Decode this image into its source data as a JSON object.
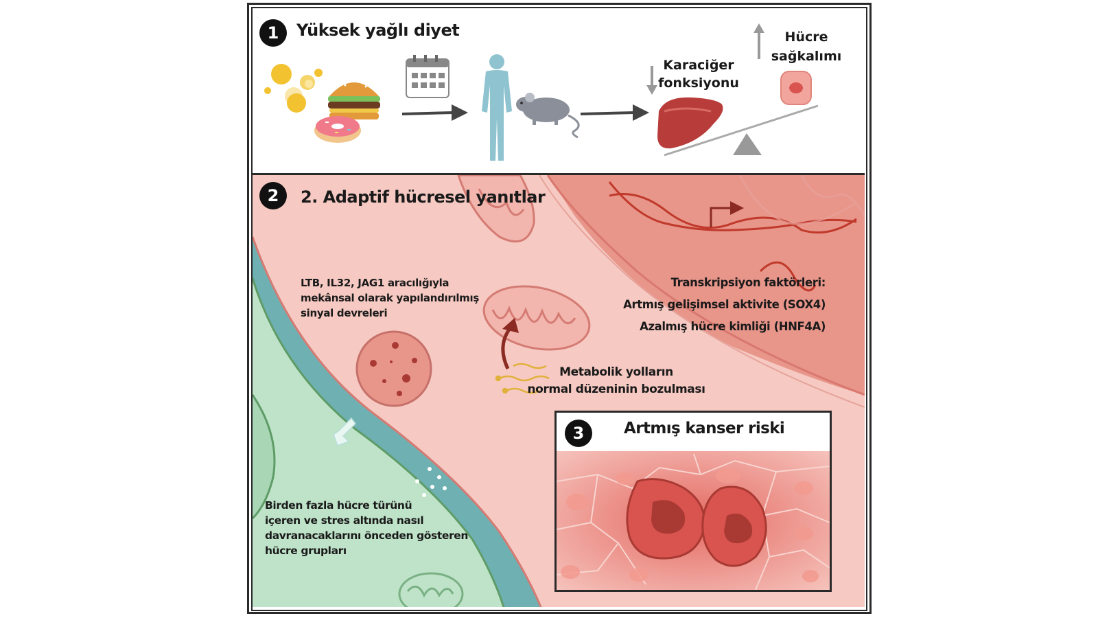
{
  "panel1": {
    "number": "1",
    "title": "Yüksek yağlı diyet",
    "liver_label": [
      "Karaciğer",
      "fonksiyonu"
    ],
    "cell_label": [
      "Hücre",
      "sağkalımı"
    ]
  },
  "panel2": {
    "number": "2",
    "title": "2. Adaptif hücresel yanıtlar",
    "signal_label": [
      "LTB, IL32, JAG1 aracılığıyla",
      "mekânsal olarak yapılandırılmış",
      "sinyal devreleri"
    ],
    "tf_label": [
      "Transkripsiyon faktörleri:",
      "Artmış gelişimsel aktivite (SOX4)",
      "Azalmış hücre kimliği (HNF4A)"
    ],
    "metabolic_label": [
      "Metabolik yolların",
      "normal düzeninin bozulması"
    ],
    "groups_label": [
      "Birden fazla hücre türünü",
      "içeren ve stres altında nasıl",
      "davranacaklarını önceden gösteren",
      "hücre grupları"
    ]
  },
  "panel3": {
    "number": "3",
    "title": "Artmış kanser riski"
  },
  "colors": {
    "border": "#2a2a2a",
    "cytoplasm": "#f6c9c2",
    "nucleus": "#e8958a",
    "vessel": "#6fb0b3",
    "green_cell": "#bfe3c9",
    "human": "#8ec3cf",
    "liver": "#b83c3a",
    "arrow": "#444444",
    "cancer_cell": "#d9534f"
  }
}
